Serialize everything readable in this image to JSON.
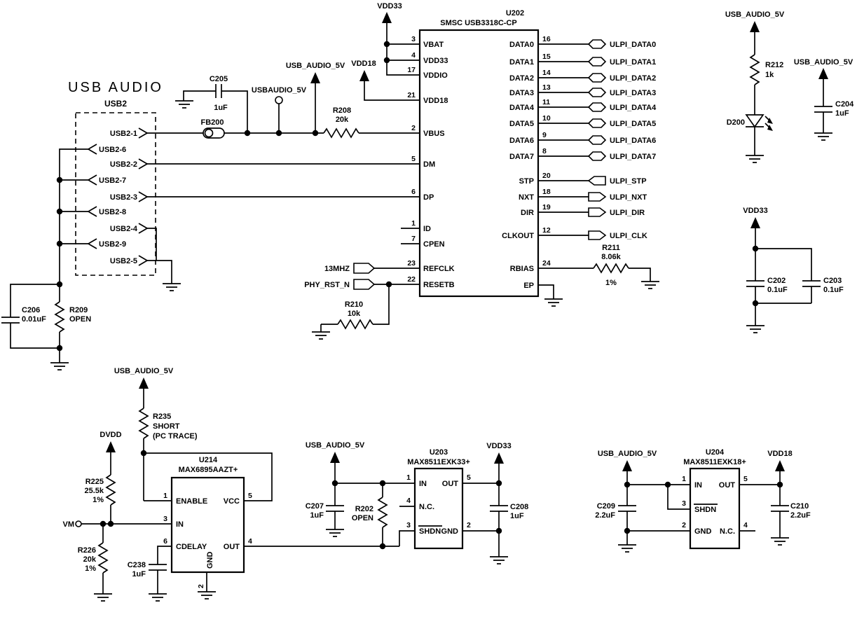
{
  "title": "USB AUDIO",
  "colors": {
    "line": "#000000",
    "background": "#ffffff"
  },
  "connector": {
    "ref": "USB2",
    "pins": [
      "USB2-1",
      "USB2-6",
      "USB2-2",
      "USB2-7",
      "USB2-3",
      "USB2-8",
      "USB2-4",
      "USB2-9",
      "USB2-5"
    ]
  },
  "u202": {
    "ref": "U202",
    "part": "SMSC USB3318C-CP",
    "left_pins": [
      {
        "num": "3",
        "name": "VBAT"
      },
      {
        "num": "4",
        "name": "VDD33"
      },
      {
        "num": "17",
        "name": "VDDIO"
      },
      {
        "num": "21",
        "name": "VDD18"
      },
      {
        "num": "2",
        "name": "VBUS"
      },
      {
        "num": "5",
        "name": "DM"
      },
      {
        "num": "6",
        "name": "DP"
      },
      {
        "num": "1",
        "name": "ID"
      },
      {
        "num": "7",
        "name": "CPEN"
      },
      {
        "num": "23",
        "name": "REFCLK"
      },
      {
        "num": "22",
        "name": "RESETB"
      }
    ],
    "right_pins": [
      {
        "num": "16",
        "name": "DATA0",
        "net": "ULPI_DATA0"
      },
      {
        "num": "15",
        "name": "DATA1",
        "net": "ULPI_DATA1"
      },
      {
        "num": "14",
        "name": "DATA2",
        "net": "ULPI_DATA2"
      },
      {
        "num": "13",
        "name": "DATA3",
        "net": "ULPI_DATA3"
      },
      {
        "num": "11",
        "name": "DATA4",
        "net": "ULPI_DATA4"
      },
      {
        "num": "10",
        "name": "DATA5",
        "net": "ULPI_DATA5"
      },
      {
        "num": "9",
        "name": "DATA6",
        "net": "ULPI_DATA6"
      },
      {
        "num": "8",
        "name": "DATA7",
        "net": "ULPI_DATA7"
      },
      {
        "num": "20",
        "name": "STP",
        "net": "ULPI_STP"
      },
      {
        "num": "18",
        "name": "NXT",
        "net": "ULPI_NXT"
      },
      {
        "num": "19",
        "name": "DIR",
        "net": "ULPI_DIR"
      },
      {
        "num": "12",
        "name": "CLKOUT",
        "net": "ULPI_CLK"
      },
      {
        "num": "24",
        "name": "RBIAS"
      },
      {
        "num": "",
        "name": "EP"
      }
    ]
  },
  "u214": {
    "ref": "U214",
    "part": "MAX6895AAZT+",
    "pins": [
      {
        "num": "1",
        "name": "ENABLE"
      },
      {
        "num": "3",
        "name": "IN"
      },
      {
        "num": "6",
        "name": "CDELAY"
      },
      {
        "num": "5",
        "name": "VCC"
      },
      {
        "num": "4",
        "name": "OUT"
      },
      {
        "num": "2",
        "name": "GND"
      }
    ]
  },
  "u203": {
    "ref": "U203",
    "part": "MAX8511EXK33+",
    "pins": [
      {
        "num": "1",
        "name": "IN"
      },
      {
        "num": "4",
        "name": "N.C."
      },
      {
        "num": "3",
        "name": "SHDN"
      },
      {
        "num": "5",
        "name": "OUT"
      },
      {
        "num": "2",
        "name": "GND"
      }
    ]
  },
  "u204": {
    "ref": "U204",
    "part": "MAX8511EXK18+",
    "pins": [
      {
        "num": "1",
        "name": "IN"
      },
      {
        "num": "3",
        "name": "SHDN"
      },
      {
        "num": "2",
        "name": "GND"
      },
      {
        "num": "5",
        "name": "OUT"
      },
      {
        "num": "4",
        "name": "N.C."
      }
    ]
  },
  "components": {
    "c205": {
      "ref": "C205",
      "value": "1uF"
    },
    "fb200": {
      "ref": "FB200"
    },
    "r208": {
      "ref": "R208",
      "value": "20k"
    },
    "r210": {
      "ref": "R210",
      "value": "10k"
    },
    "r211": {
      "ref": "R211",
      "value": "8.06k",
      "tol": "1%"
    },
    "r212": {
      "ref": "R212",
      "value": "1k"
    },
    "d200": {
      "ref": "D200"
    },
    "c204": {
      "ref": "C204",
      "value": "1uF"
    },
    "c202": {
      "ref": "C202",
      "value": "0.1uF"
    },
    "c203": {
      "ref": "C203",
      "value": "0.1uF"
    },
    "c206": {
      "ref": "C206",
      "value": "0.01uF"
    },
    "r209": {
      "ref": "R209",
      "value": "OPEN"
    },
    "r235": {
      "ref": "R235",
      "value": "SHORT",
      "note": "(PC TRACE)"
    },
    "r225": {
      "ref": "R225",
      "value": "25.5k",
      "tol": "1%"
    },
    "r226": {
      "ref": "R226",
      "value": "20k",
      "tol": "1%"
    },
    "c238": {
      "ref": "C238",
      "value": "1uF"
    },
    "c207": {
      "ref": "C207",
      "value": "1uF"
    },
    "r202": {
      "ref": "R202",
      "value": "OPEN"
    },
    "c208": {
      "ref": "C208",
      "value": "1uF"
    },
    "c209": {
      "ref": "C209",
      "value": "2.2uF"
    },
    "c210": {
      "ref": "C210",
      "value": "2.2uF"
    }
  },
  "nets": {
    "vdd33": "VDD33",
    "vdd18": "VDD18",
    "usb_audio_5v": "USB_AUDIO_5V",
    "usbaudio_5v": "USBAUDIO_5V",
    "dvdd": "DVDD",
    "vm": "VM"
  },
  "tags": {
    "refclk": "13MHZ",
    "reset": "PHY_RST_N"
  }
}
